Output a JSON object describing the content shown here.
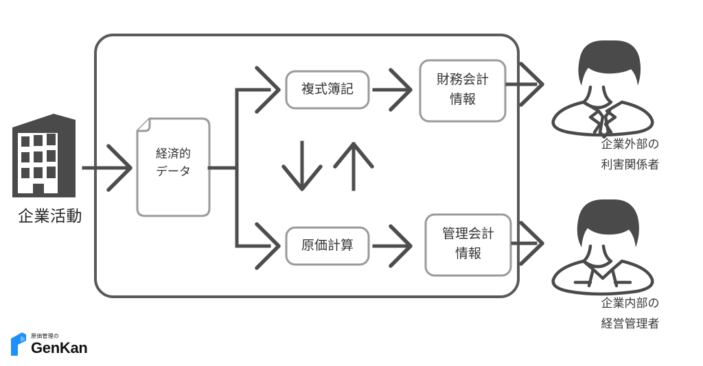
{
  "diagram": {
    "title": "accounting-information-flow",
    "colors": {
      "container_border": "#595959",
      "node_border": "#9a9a9a",
      "arrow": "#4d4d4d",
      "icon_dark": "#4a4a4a",
      "text": "#333333",
      "logo_blue": "#1d8fff"
    },
    "source": {
      "icon": "building-icon",
      "label": "企業活動"
    },
    "document": {
      "icon": "document-icon",
      "label": "経済的\nデータ"
    },
    "process_nodes": [
      {
        "id": "double-entry-bookkeeping",
        "label": "複式簿記"
      },
      {
        "id": "cost-accounting",
        "label": "原価計算"
      }
    ],
    "output_nodes": [
      {
        "id": "financial-accounting-information",
        "label": "財務会計\n情報"
      },
      {
        "id": "management-accounting-information",
        "label": "管理会計\n情報"
      }
    ],
    "interchange_arrows": [
      {
        "id": "down-arrow",
        "direction": "down"
      },
      {
        "id": "up-arrow",
        "direction": "up"
      }
    ],
    "actors": [
      {
        "id": "external-stakeholder",
        "icon": "person-suit-icon",
        "label": "企業外部の\n利害関係者"
      },
      {
        "id": "internal-manager",
        "icon": "person-casual-icon",
        "label": "企業内部の\n経営管理者"
      }
    ]
  },
  "logo": {
    "mark": "genkan-logo-icon",
    "sub": "原価管理の",
    "name": "GenKan"
  }
}
